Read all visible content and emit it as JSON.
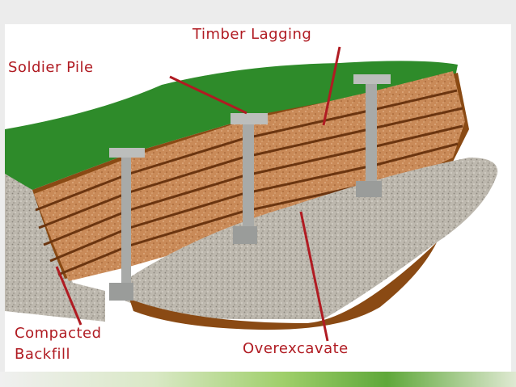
{
  "labels": {
    "timber_lagging": "Timber Lagging",
    "soldier_pile": "Soldier Pile",
    "compacted": "Compacted",
    "backfill": "Backfill",
    "overexcavate": "Overexcavate"
  },
  "colors": {
    "label": "#b01b22",
    "grass": "#2e8b2a",
    "lagging": "#c98a58",
    "lagging_dark": "#7a3f12",
    "soil": "#8a4a14",
    "gravel": "#b9b4aa",
    "pile": "#a8aaa8"
  }
}
